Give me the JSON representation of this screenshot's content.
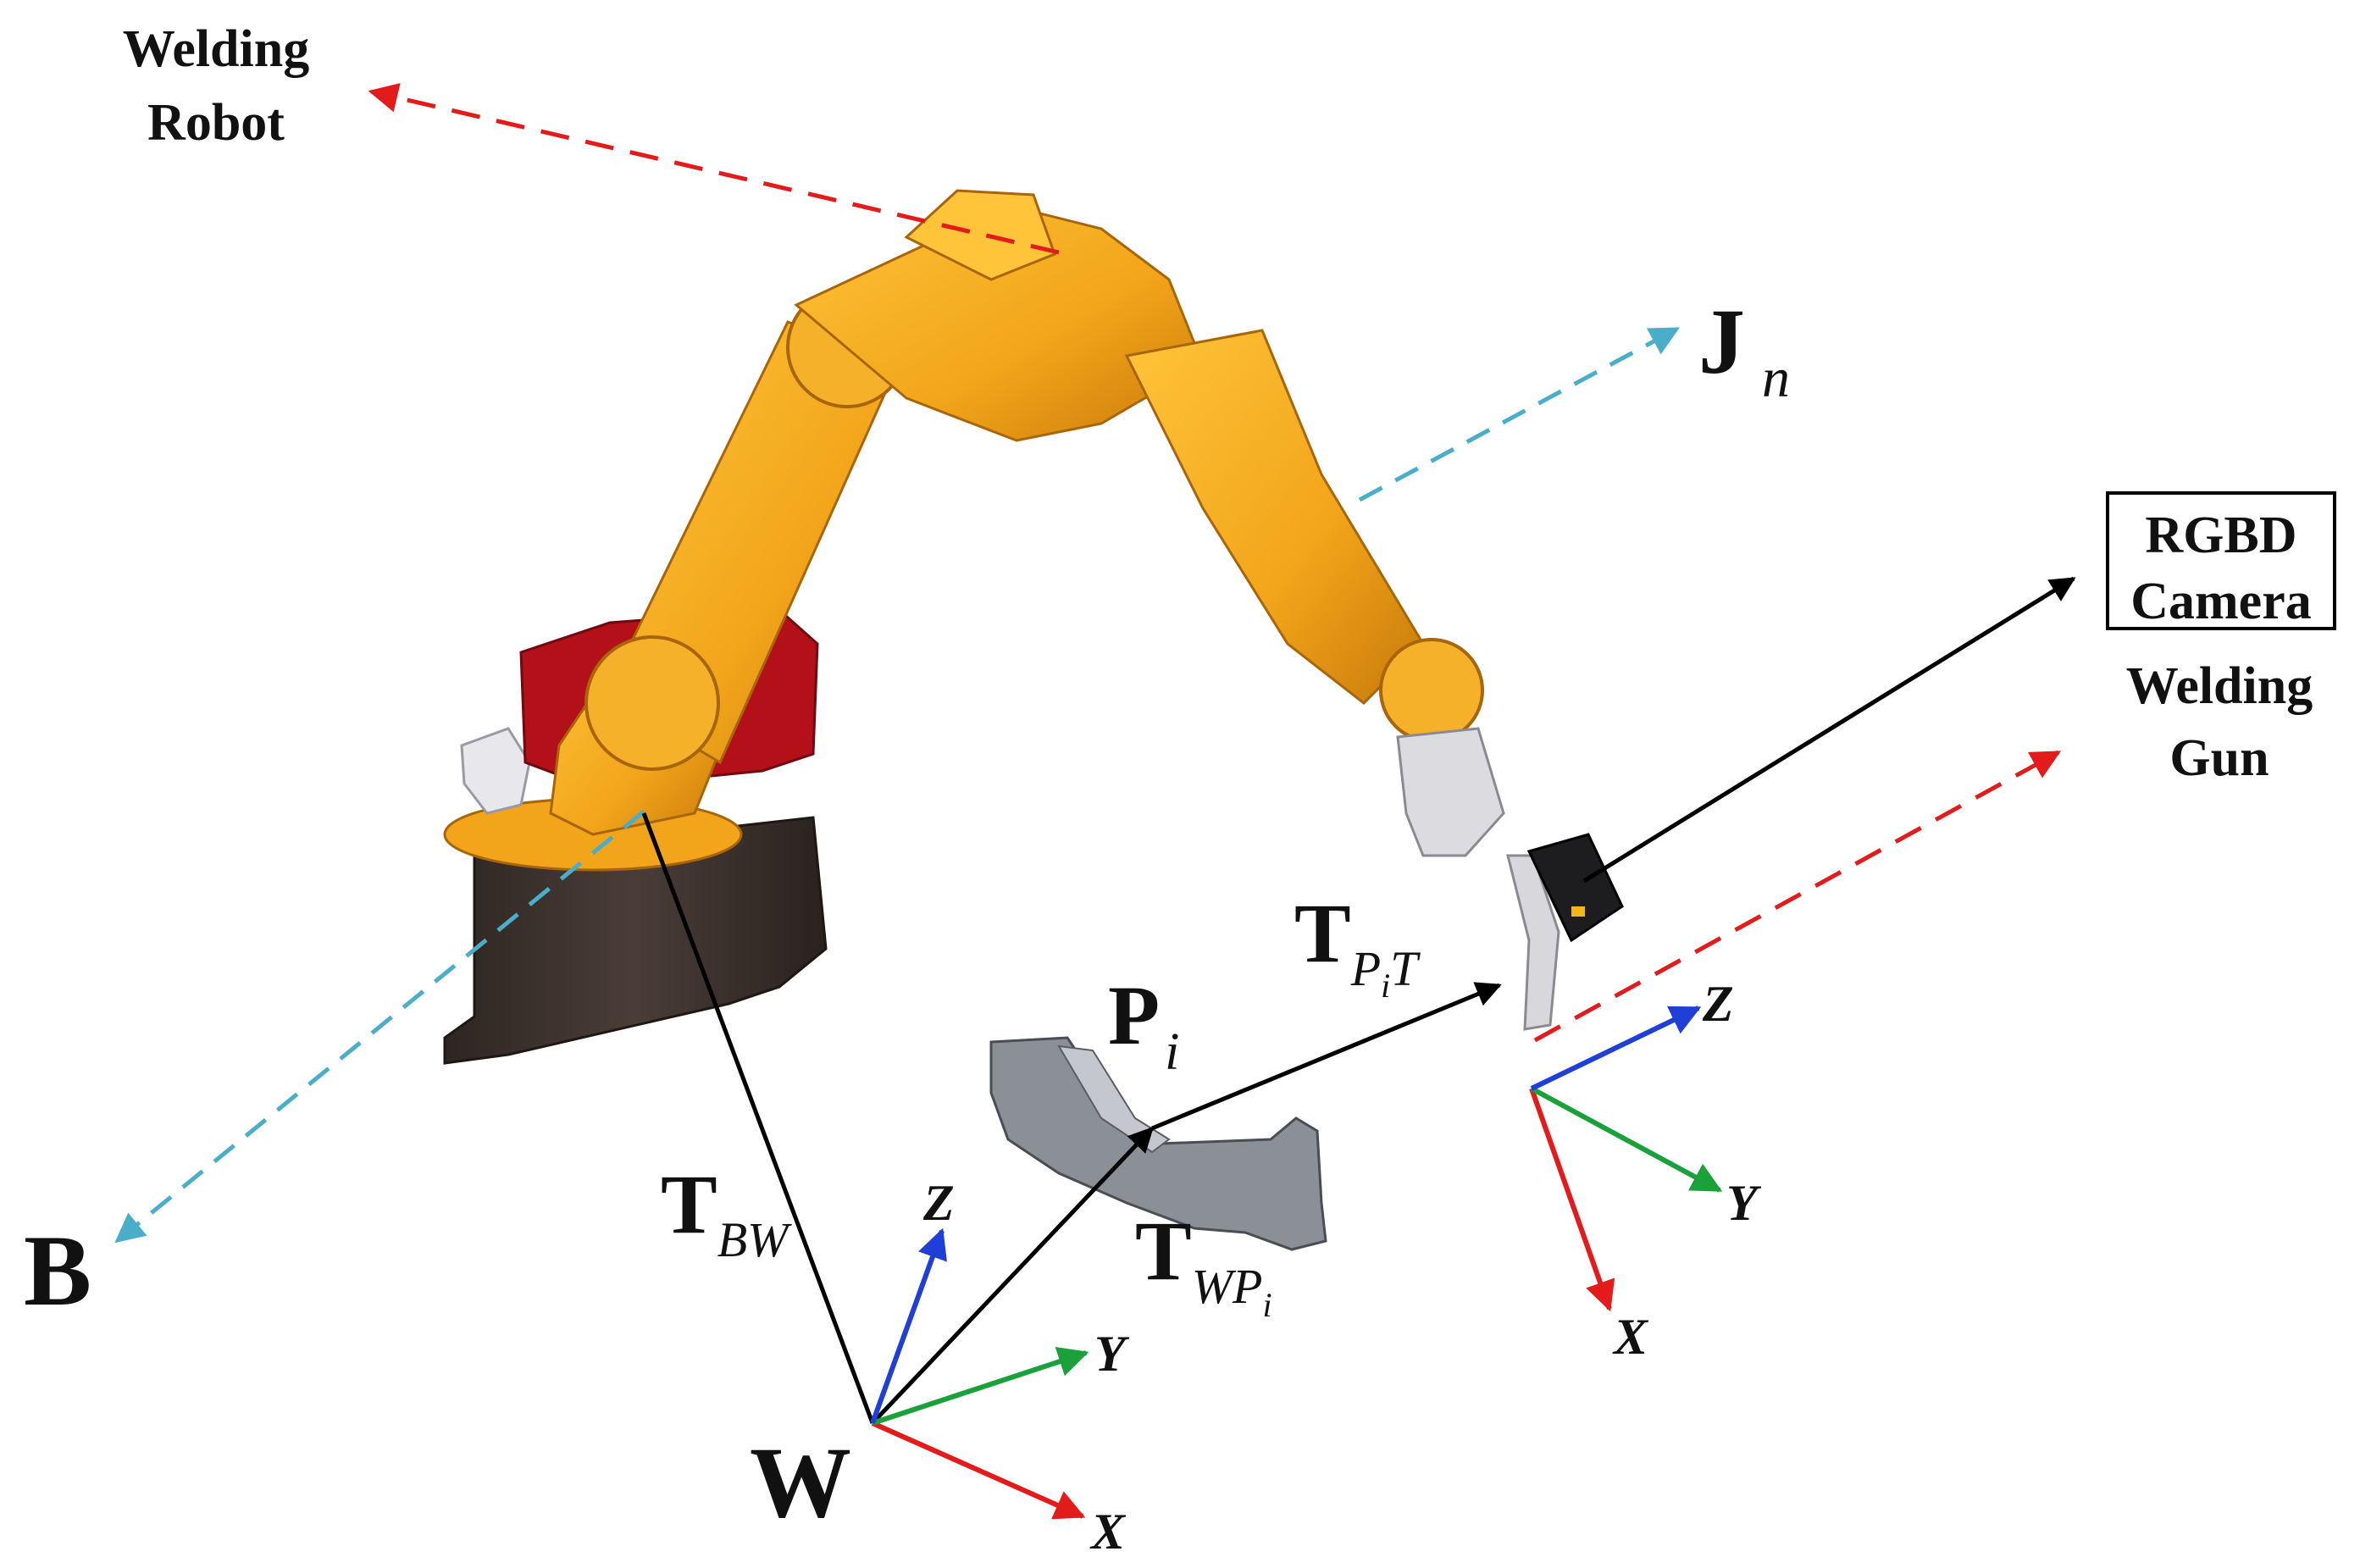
{
  "labels": {
    "welding_robot_line1": "Welding",
    "welding_robot_line2": "Robot",
    "rgbd_line1": "RGBD",
    "rgbd_line2": "Camera",
    "welding_gun_line1": "Welding",
    "welding_gun_line2": "Gun",
    "base": "B",
    "world": "W",
    "joint_main": "J",
    "joint_sub": "n",
    "part_main": "P",
    "part_sub": "i",
    "t_bw_main": "T",
    "t_bw_sub": "BW",
    "t_wp_main": "T",
    "t_wp_sub": "WP",
    "t_wp_subsub": "i",
    "t_pt_main": "T",
    "t_pt_sub1": "P",
    "t_pt_subsub": "i",
    "t_pt_sub2": "T"
  },
  "axes": {
    "world": {
      "x": "X",
      "y": "Y",
      "z": "Z"
    },
    "tool": {
      "x": "X",
      "y": "Y",
      "z": "Z"
    }
  },
  "colors": {
    "x_axis": "#e31b1b",
    "y_axis": "#1aa13a",
    "z_axis": "#1f3fd6",
    "dashed_red": "#e31b1b",
    "dashed_blue": "#4aaecb",
    "transform": "#000000",
    "robot_body": "#f2a51a",
    "robot_shadow": "#c47a0c",
    "robot_base": "#3b302b",
    "motor_red": "#b3101a"
  }
}
